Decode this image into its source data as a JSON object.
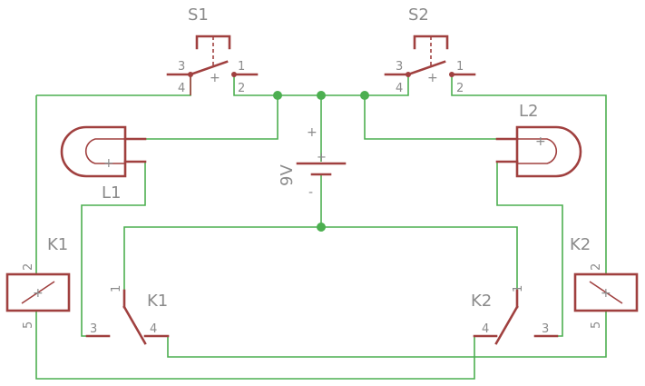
{
  "labels": {
    "s1": "S1",
    "s2": "S2",
    "l1": "L1",
    "l2": "L2",
    "k1_coil": "K1",
    "k2_coil": "K2",
    "k1_contact": "K1",
    "k2_contact": "K2",
    "battery": "9V"
  },
  "pins": {
    "s1": {
      "p1": "1",
      "p2": "2",
      "p3": "3",
      "p4": "4"
    },
    "s2": {
      "p1": "1",
      "p2": "2",
      "p3": "3",
      "p4": "4"
    },
    "k1_coil": {
      "top": "2",
      "bottom": "5"
    },
    "k2_coil": {
      "top": "2",
      "bottom": "5"
    },
    "k1_contact": {
      "p1": "1",
      "p3": "3",
      "p4": "4"
    },
    "k2_contact": {
      "p1": "1",
      "p3": "3",
      "p4": "4"
    }
  },
  "symbols": {
    "plus": "+",
    "minus": "-"
  },
  "colors": {
    "wire": "#4caf50",
    "component": "#a0403f",
    "label": "#8a8a8a"
  }
}
